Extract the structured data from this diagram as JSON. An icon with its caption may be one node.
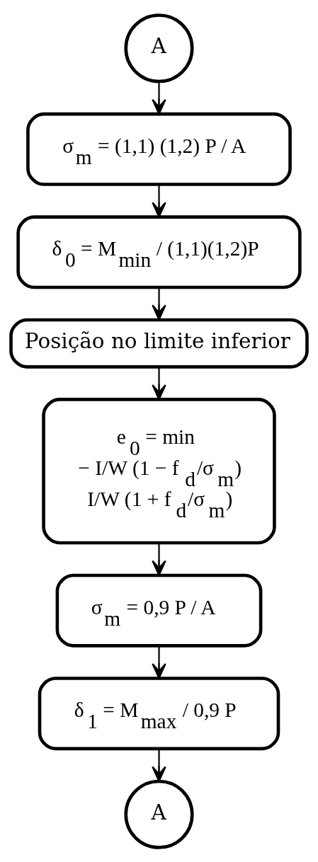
{
  "diagram": {
    "nodes": [
      {
        "text": [
          "A"
        ]
      },
      {
        "text": [
          "σ$_{m}$ = (1,1) (1,2) P / A"
        ]
      },
      {
        "text": [
          "δ$_{0}$ = M$_{min}$ / (1,1)(1,2)P"
        ]
      },
      {
        "text": [
          "Posição no limite inferior"
        ]
      },
      {
        "text": [
          "e$_{0}$ = min",
          "− I/W (1 − f$_{d}$/σ$_{m}$)",
          "I/W (1 + f$_{d}$/σ$_{m}$)"
        ]
      },
      {
        "text": [
          "σ$_{m}$ = 0,9 P / A"
        ]
      },
      {
        "text": [
          "δ$_{1}$ = M$_{max}$ / 0,9 P"
        ]
      },
      {
        "text": [
          "A"
        ]
      }
    ],
    "edges": [
      {
        "from": 0,
        "to": 1,
        "arrow": "to"
      },
      {
        "from": 1,
        "to": 2,
        "arrow": "to"
      },
      {
        "from": 2,
        "to": 3,
        "arrow": "to"
      },
      {
        "from": 3,
        "to": 4,
        "arrow": "to"
      },
      {
        "from": 4,
        "to": 5,
        "arrow": "to"
      },
      {
        "from": 5,
        "to": 6,
        "arrow": "to"
      },
      {
        "from": 6,
        "to": 7,
        "arrow": "to"
      }
    ]
  }
}
